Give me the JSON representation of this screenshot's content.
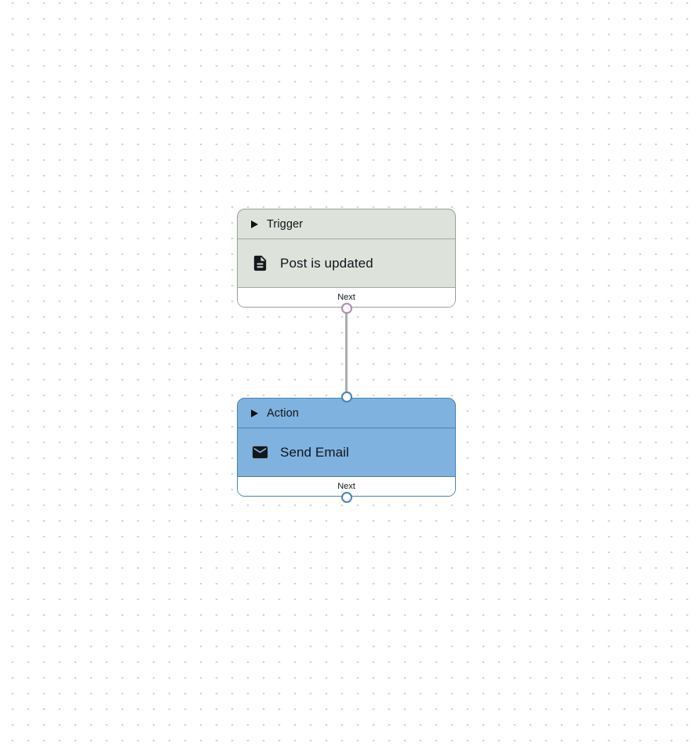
{
  "canvas": {
    "background_color": "#ffffff",
    "dot_color": "#d2d2d2"
  },
  "nodes": [
    {
      "kind_label": "Trigger",
      "title": "Post is updated",
      "icon": "document-icon",
      "next_label": "Next",
      "colors": {
        "fill": "#dde3da",
        "border": "#98a096",
        "divider": "#a4aaa1",
        "footer_fill": "#ffffff",
        "port": "#b288b1",
        "text": "#0f1419"
      }
    },
    {
      "kind_label": "Action",
      "title": "Send Email",
      "icon": "email-icon",
      "next_label": "Next",
      "colors": {
        "fill": "#80b2df",
        "border": "#4a81b4",
        "divider": "#4a81b4",
        "footer_fill": "#ffffff",
        "port": "#4a81b4",
        "text": "#0f1419"
      }
    }
  ],
  "edge": {
    "from": "Trigger",
    "to": "Action",
    "color": "#acacac"
  }
}
